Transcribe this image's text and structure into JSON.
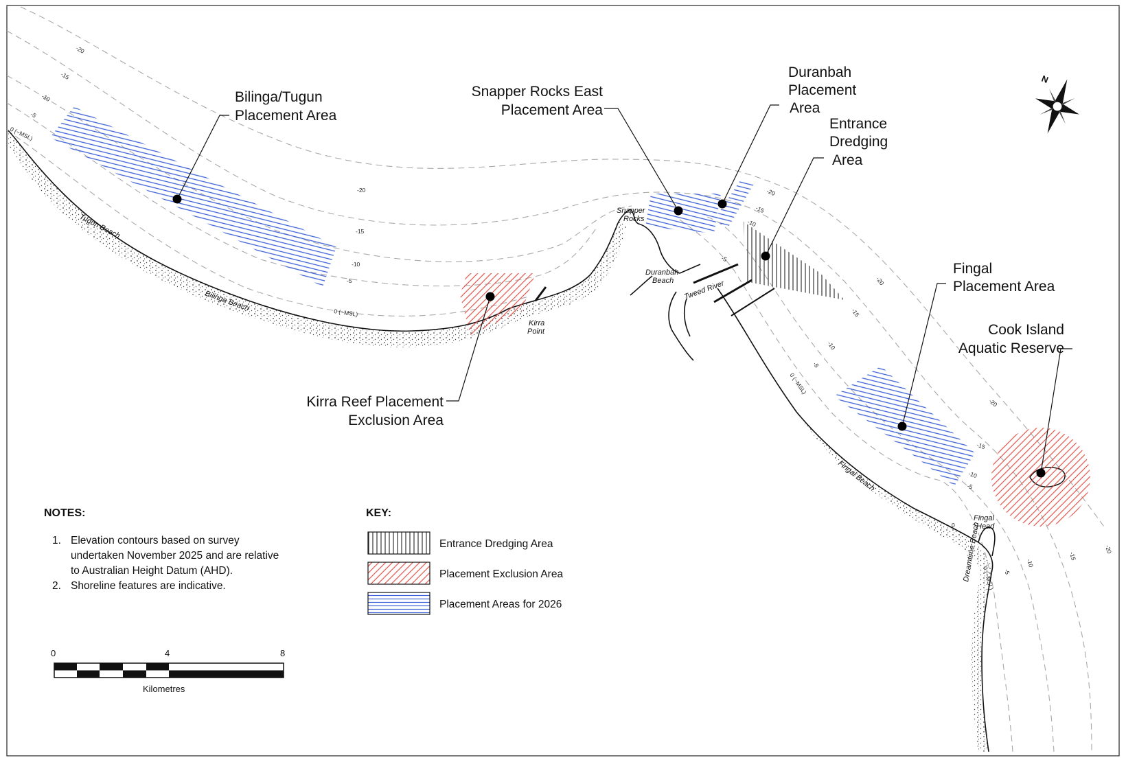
{
  "callouts": {
    "bilinga": [
      "Bilinga/Tugun",
      "Placement Area"
    ],
    "snapper": [
      "Snapper Rocks East",
      "Placement Area"
    ],
    "duranbah": [
      "Duranbah",
      "Placement",
      "Area"
    ],
    "entrance": [
      "Entrance",
      "Dredging",
      "Area"
    ],
    "fingal": [
      "Fingal",
      "Placement Area"
    ],
    "cook": [
      "Cook Island",
      "Aquatic Reserve"
    ],
    "kirra": [
      "Kirra Reef Placement",
      "Exclusion Area"
    ]
  },
  "places": {
    "tugun_beach": "Tugun Beach",
    "bilinga_beach": "Bilinga Beach",
    "kirra_point": [
      "Kirra",
      "Point"
    ],
    "snapper_rocks": [
      "Snapper",
      "Rocks"
    ],
    "duranbah_beach": [
      "Duranbah",
      "Beach"
    ],
    "tweed_river": "Tweed River",
    "fingal_beach": "Fingal Beach",
    "fingal_head": [
      "Fingal",
      "Head"
    ],
    "dreamtime_beach": "Dreamtime Beach"
  },
  "contour_labels": {
    "m20": "-20",
    "m15": "-15",
    "m10": "-10",
    "m5": "-5",
    "zero_msl": "0 (~MSL)",
    "zero": "0"
  },
  "north_label": "N",
  "notes": {
    "title": "NOTES:",
    "items": [
      [
        "1.",
        "Elevation contours based on survey",
        "undertaken November 2025 and are relative",
        "to Australian Height Datum (AHD)."
      ],
      [
        "2.",
        "Shoreline features are indicative."
      ]
    ]
  },
  "key": {
    "title": "KEY:",
    "items": [
      {
        "label": "Entrance Dredging Area",
        "pattern": "vertical",
        "color": "#222222"
      },
      {
        "label": "Placement Exclusion Area",
        "pattern": "diagonal",
        "color": "#e0524a"
      },
      {
        "label": "Placement Areas for 2026",
        "pattern": "horizontal",
        "color": "#3a5fd6"
      }
    ]
  },
  "scale_bar": {
    "ticks": [
      "0",
      "4",
      "8"
    ],
    "unit": "Kilometres"
  },
  "colors": {
    "placement": "#3a5fd6",
    "exclusion": "#e0524a",
    "dredging": "#222222",
    "contour": "#a8a8a8"
  }
}
